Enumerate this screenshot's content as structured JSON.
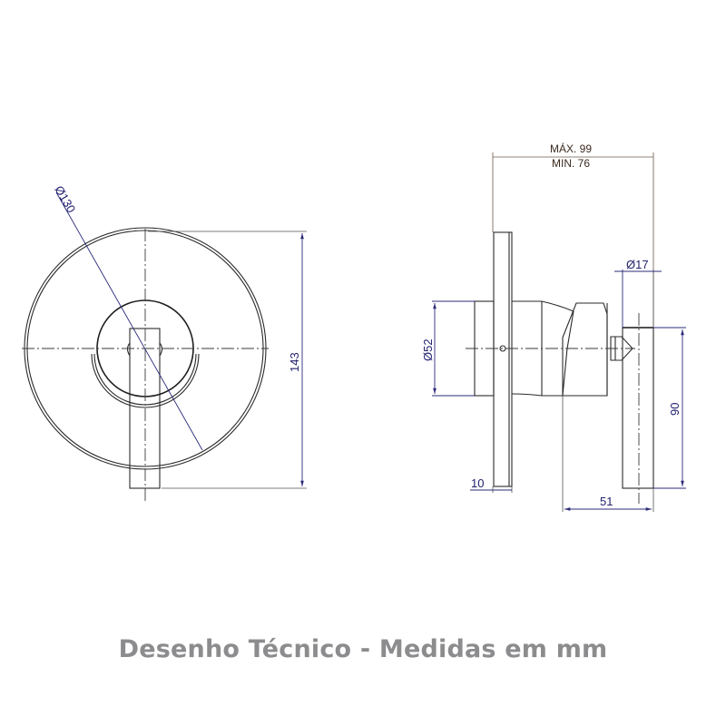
{
  "caption": "Desenho Técnico - Medidas em mm",
  "colors": {
    "outline": "#2a2a2a",
    "dimension_line": "#2b2b7a",
    "dimension_text": "#22226e",
    "depth_text": "#3b2a20",
    "caption_text": "#8c8c8e",
    "background": "#ffffff"
  },
  "front_view": {
    "diameter_label": "Ø130",
    "height_label": "143"
  },
  "side_view": {
    "depth_max_label": "MÁX. 99",
    "depth_min_label": "MIN. 76",
    "body_diameter_label": "Ø52",
    "handle_diameter_label": "Ø17",
    "plate_thickness_label": "10",
    "handle_offset_label": "51",
    "handle_length_label": "90"
  }
}
